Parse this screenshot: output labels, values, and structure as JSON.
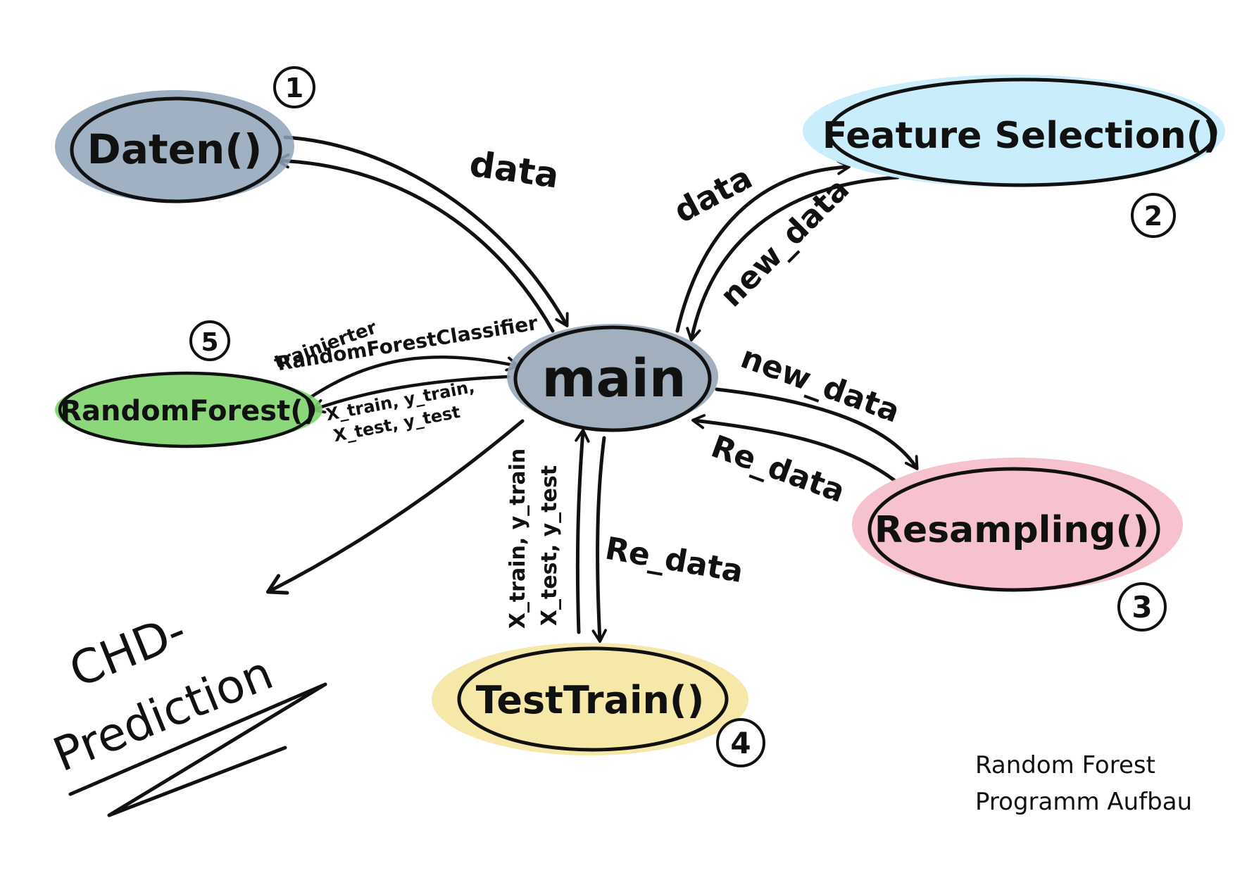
{
  "colors": {
    "ink": "#111111",
    "daten_fill": "#8ea3b8",
    "feature_fill": "#c6ecfb",
    "resampling_fill": "#f6bfcb",
    "testtrain_fill": "#f5e7a3",
    "random_fill": "#7fd36b",
    "main_fill": "#97a6b8"
  },
  "nodes": {
    "main": "main",
    "daten": "Daten()",
    "feature": "Feature Selection()",
    "resampling": "Resampling()",
    "testtrain": "TestTrain()",
    "random": "RandomForest()"
  },
  "numbers": {
    "n1": "1",
    "n2": "2",
    "n3": "3",
    "n4": "4",
    "n5": "5"
  },
  "edges": {
    "daten_data": "data",
    "feature_data": "data",
    "feature_new_data": "new_data",
    "resampling_new_data": "new_data",
    "resampling_re_data": "Re_data",
    "testtrain_re_data": "Re_data",
    "testtrain_xy_train": "X_train, y_train",
    "testtrain_xy_test": "X_test, y_test",
    "random_trainierter": "trainierter",
    "random_classifier": "RandomForestClassifier",
    "random_xy_train": "X_train, y_train,",
    "random_xy_test": "X_test, y_test"
  },
  "output": {
    "line1": "CHD-",
    "line2": "Prediction"
  },
  "note": {
    "line1": "Random Forest",
    "line2": "Programm Aufbau"
  }
}
